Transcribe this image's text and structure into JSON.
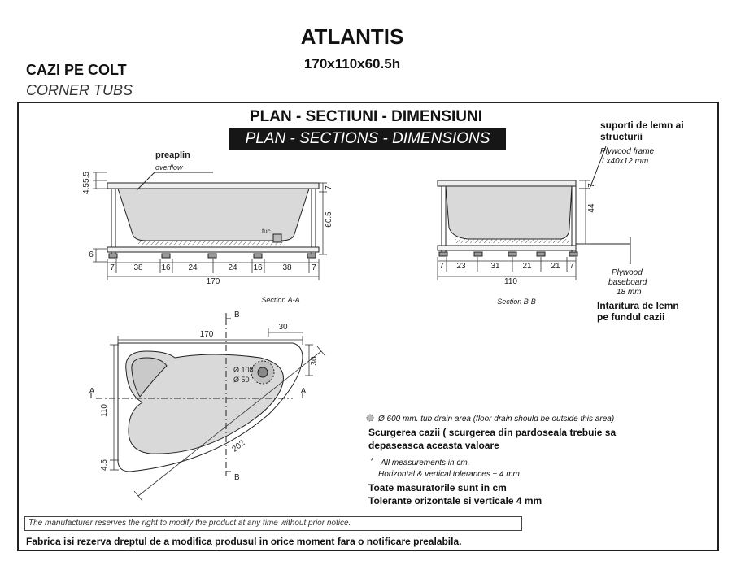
{
  "header": {
    "title": "ATLANTIS",
    "subtitle": "170x110x60.5h",
    "category_ro": "CAZI PE COLT",
    "category_en": "CORNER TUBS"
  },
  "panel": {
    "heading_ro": "PLAN - SECTIUNI - DIMENSIUNI",
    "heading_en": "PLAN - SECTIONS - DIMENSIONS"
  },
  "section_aa": {
    "caption": "Section A-A",
    "overflow_ro": "preaplin",
    "overflow_en": "overflow",
    "drain_label": "tuc",
    "dim_left_top": "5.5",
    "dim_left_mid": "4.5",
    "dim_left_bottom": "6",
    "dim_right_top": "7",
    "dim_height": "60.5",
    "bottom_segments": [
      "7",
      "38",
      "16",
      "24",
      "24",
      "16",
      "38",
      "7"
    ],
    "total_length": "170"
  },
  "section_bb": {
    "caption": "Section B-B",
    "dim_height": "44",
    "dim_right_top": "7",
    "bottom_segments": [
      "7",
      "23",
      "31",
      "21",
      "21",
      "7"
    ],
    "total_length": "110"
  },
  "plan_view": {
    "dim_length": "170",
    "dim_offset_top": "30",
    "dim_offset_side": "30",
    "dim_width": "110",
    "dim_bottom_left": "4.5",
    "dim_diagonal": "202",
    "drain_outer": "Ø 108",
    "drain_inner": "Ø 50",
    "section_marker_a": "A",
    "section_marker_b": "B"
  },
  "notes": {
    "supports_ro_1": "suporti de lemn ai",
    "supports_ro_2": "structurii",
    "supports_en_1": "Plywood frame",
    "supports_en_2": "Lx40x12 mm",
    "baseboard_en_1": "Plywood",
    "baseboard_en_2": "baseboard",
    "baseboard_en_3": "18 mm",
    "baseboard_ro_1": "Intaritura de lemn",
    "baseboard_ro_2": "pe fundul cazii",
    "drain_area_en": "Ø 600 mm. tub drain area (floor drain should be outside this area)",
    "drain_area_ro_1": "Scurgerea cazii ( scurgerea din pardoseala trebuie sa",
    "drain_area_ro_2": "depaseasca aceasta valoare",
    "asterisk": "*",
    "measure_en_1": "All measurements in cm.",
    "measure_en_2": "Horizontal & vertical tolerances ± 4 mm",
    "measure_ro_1": "Toate masuratorile sunt in cm",
    "measure_ro_2": "Tolerante orizontale si verticale 4 mm"
  },
  "footer": {
    "disclaimer_en": "The manufacturer reserves the right to modify the product at any time without prior notice.",
    "disclaimer_ro": "Fabrica isi rezerva dreptul de a modifica produsul in orice moment fara o notificare prealabila."
  }
}
